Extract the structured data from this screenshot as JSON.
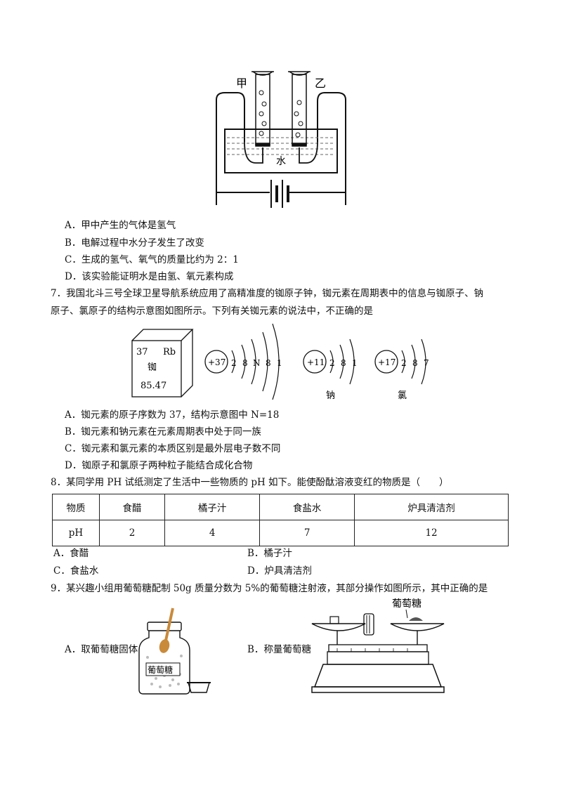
{
  "electrolysis": {
    "label_jia": "甲",
    "label_yi": "乙",
    "label_water": "水",
    "options": [
      "A．甲中产生的气体是氢气",
      "B．电解过程中水分子发生了改变",
      "C．生成的氢气、氧气的质量比约为  2：1",
      "D．该实验能证明水是由氢、氧元素构成"
    ]
  },
  "q7": {
    "stem_line1": "7．我国北斗三号全球卫星导航系统应用了高精准度的铷原子钟，铷元素在周期表中的信息与铷原子、钠",
    "stem_line2": "原子、氯原子的结构示意图如图所示。下列有关铷元素的说法中，不正确的是",
    "element_card": {
      "number": "37",
      "symbol": "Rb",
      "name": "铷",
      "mass": "85.47"
    },
    "atoms": [
      {
        "nucleus": "+37",
        "shells": [
          "2",
          "8",
          "N",
          "8",
          "1"
        ],
        "name": ""
      },
      {
        "nucleus": "+11",
        "shells": [
          "2",
          "8",
          "1"
        ],
        "name": "钠"
      },
      {
        "nucleus": "+17",
        "shells": [
          "2",
          "8",
          "7"
        ],
        "name": "氯"
      }
    ],
    "options": [
      "A．铷元素的原子序数为 37，结构示意图中 N=18",
      "B．铷元素和钠元素在元素周期表中处于同一族",
      "C．铷元素和氯元素的本质区别是最外层电子数不同",
      "D．铷原子和氯原子两种粒子能结合成化合物"
    ]
  },
  "q8": {
    "stem": "8．某同学用 PH 试纸测定了生活中一些物质的 pH 如下。能使酚酞溶液变红的物质是（　　）",
    "table": {
      "header": [
        "物质",
        "食醋",
        "橘子汁",
        "食盐水",
        "炉具清洁剂"
      ],
      "row": [
        "pH",
        "2",
        "4",
        "7",
        "12"
      ]
    },
    "options": [
      "A．食醋",
      "B．橘子汁",
      "C．食盐水",
      "D．炉具清洁剂"
    ]
  },
  "q9": {
    "stem": "9．某兴趣小组用葡萄糖配制 50g 质量分数为 5%的葡萄糖注射液，其部分操作如图所示，其中正确的是",
    "option_a": "A．取葡萄糖固体",
    "option_b": "B．称量葡萄糖",
    "jar_label": "葡萄糖",
    "balance_label": "葡萄糖"
  }
}
